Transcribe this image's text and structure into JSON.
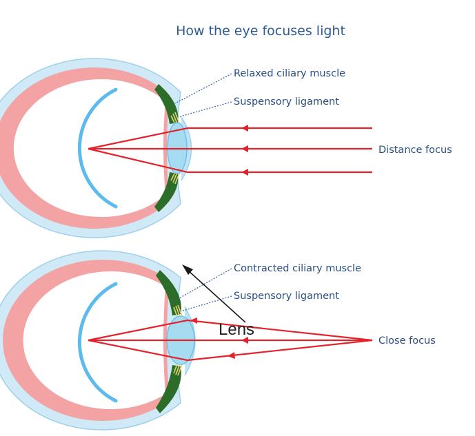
{
  "title": "How the eye focuses light",
  "top_eye": {
    "muscle_label": "Relaxed ciliary muscle",
    "ligament_label": "Suspensory ligament",
    "focus_label": "Distance focus"
  },
  "bottom_eye": {
    "muscle_label": "Contracted ciliary muscle",
    "ligament_label": "Suspensory ligament",
    "focus_label": "Close focus",
    "lens_label": "Lens"
  },
  "colors": {
    "outer_coat": "#cfe9f6",
    "outer_stroke": "#9fd0ea",
    "choroid": "#f3a3a3",
    "retina": "#5cbbec",
    "lens": "#a6dcf2",
    "lens_stroke": "#6ec0e6",
    "cornea": "#bfe4f6",
    "muscle": "#2d6d2a",
    "ligament": "#e7d36b",
    "ray": "#e3222b",
    "leader": "#3d6aa8",
    "title": "#2e5a96"
  }
}
